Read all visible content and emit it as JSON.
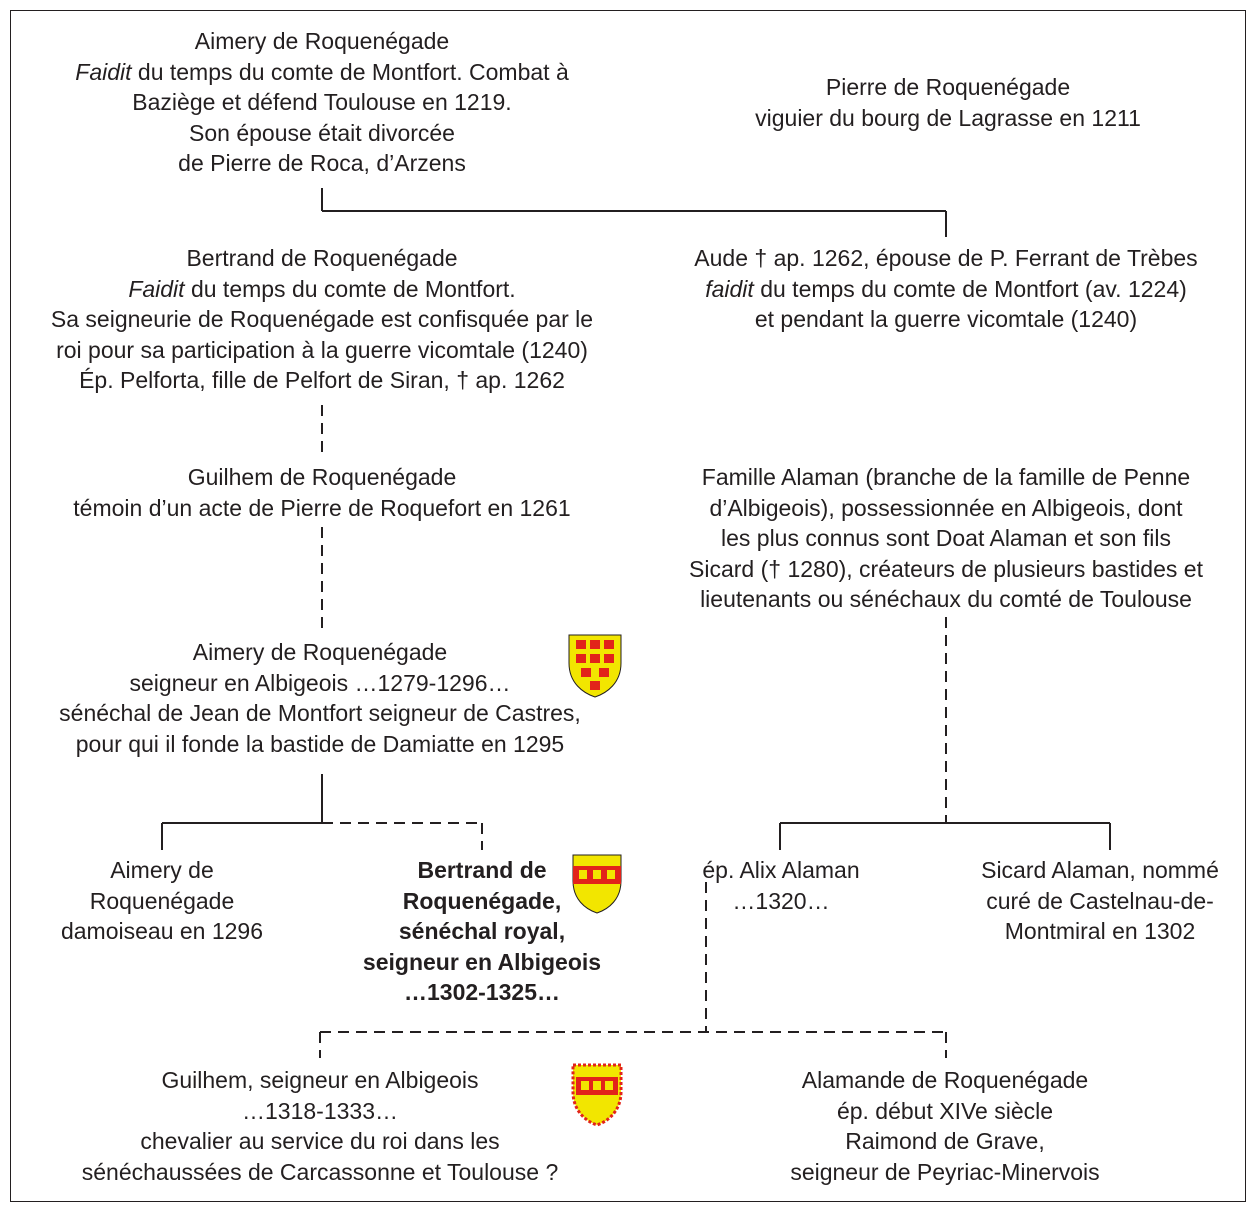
{
  "nodes": {
    "aimery1": {
      "line1": "Aimery de Roquenégade",
      "line2_italic": "Faidit",
      "line2_rest": " du temps du comte de Montfort. Combat à",
      "line3": "Baziège et défend Toulouse en 1219.",
      "line4": "Son épouse était divorcée",
      "line5": "de Pierre de Roca, d’Arzens"
    },
    "pierre": {
      "line1": "Pierre de Roquenégade",
      "line2": "viguier du bourg de Lagrasse en 1211"
    },
    "bertrand1": {
      "line1": "Bertrand de Roquenégade",
      "line2_italic": "Faidit",
      "line2_rest": " du temps du comte de Montfort.",
      "line3": "Sa seigneurie de Roquenégade est confisquée par le",
      "line4": "roi pour sa participation à la guerre vicomtale (1240)",
      "line5": "Ép. Pelforta, fille de Pelfort de Siran, † ap. 1262"
    },
    "aude": {
      "line1": "Aude † ap. 1262, épouse de P. Ferrant de Trèbes",
      "line2_italic": "faidit",
      "line2_rest": " du temps du comte de Montfort (av. 1224)",
      "line3": "et pendant la guerre vicomtale (1240)"
    },
    "guilhem1": {
      "line1": "Guilhem de Roquenégade",
      "line2": "témoin d’un acte de Pierre de Roquefort en 1261"
    },
    "alaman_family": {
      "line1": "Famille Alaman (branche de la famille de Penne",
      "line2": "d’Albigeois), possessionnée en Albigeois, dont",
      "line3": "les plus connus sont Doat Alaman et son fils",
      "line4": "Sicard († 1280), créateurs de plusieurs bastides et",
      "line5": "lieutenants ou sénéchaux du comté de Toulouse"
    },
    "aimery2": {
      "line1": "Aimery de Roquenégade",
      "line2": "seigneur en Albigeois …1279-1296…",
      "line3": "sénéchal de Jean de Montfort seigneur de Castres,",
      "line4": "pour qui il fonde la bastide de Damiatte en 1295"
    },
    "aimery3": {
      "line1": "Aimery de",
      "line2": "Roquenégade",
      "line3": "damoiseau en 1296"
    },
    "bertrand2": {
      "line1": "Bertrand de",
      "line2": "Roquenégade,",
      "line3": "sénéchal royal,",
      "line4": "seigneur en Albigeois",
      "line5": "…1302-1325…"
    },
    "alix": {
      "line1": "ép. Alix Alaman",
      "line2": "…1320…"
    },
    "sicard": {
      "line1": "Sicard Alaman, nommé",
      "line2": "curé de Castelnau-de-",
      "line3": "Montmiral en 1302"
    },
    "guilhem2": {
      "line1": "Guilhem, seigneur en Albigeois",
      "line2": "…1318-1333…",
      "line3": "chevalier au service du roi dans les",
      "line4": "sénéchaussées de Carcassonne et Toulouse ?"
    },
    "alamande": {
      "line1": "Alamande de Roquenégade",
      "line2": "ép. début XIVe siècle",
      "line3": "Raimond de Grave,",
      "line4": "seigneur de Peyriac-Minervois"
    }
  },
  "colors": {
    "line": "#231f20",
    "shield_yellow": "#f2e600",
    "shield_red": "#e2231a"
  },
  "shields": [
    {
      "name": "coat-of-arms-aimery-icon",
      "pattern": "yellow field with nine red merlettes"
    },
    {
      "name": "coat-of-arms-bertrand-icon",
      "pattern": "yellow field with red fess charged with three gold merlettes"
    },
    {
      "name": "coat-of-arms-guilhem-icon",
      "pattern": "red fess with three gold merlettes, engrailed red bordure"
    }
  ]
}
